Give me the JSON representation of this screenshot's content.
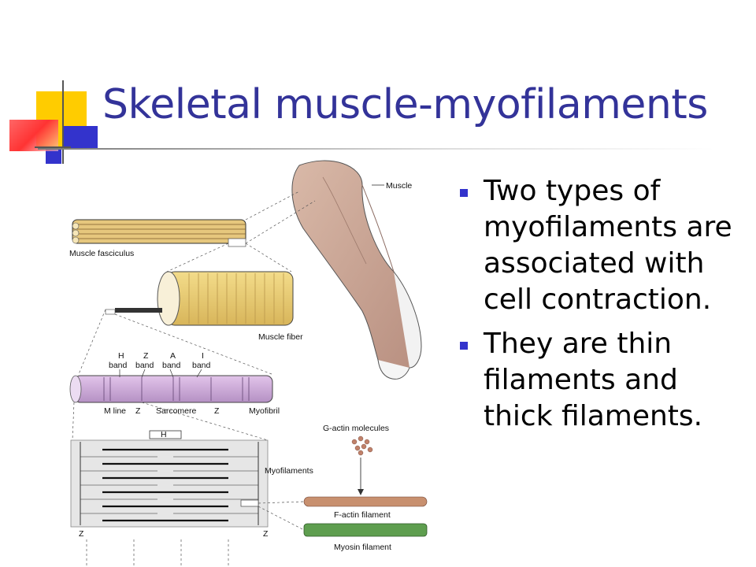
{
  "slide": {
    "title": "Skeletal muscle-myofilaments",
    "bullets": [
      "Two types of myofilaments are associated with cell contraction.",
      "They are thin filaments and thick filaments."
    ]
  },
  "figure": {
    "labels": {
      "muscle": "Muscle",
      "fasciculus": "Muscle fasciculus",
      "fiber": "Muscle fiber",
      "h_band_1": "H",
      "h_band_2": "band",
      "z_band_1": "Z",
      "z_band_2": "band",
      "a_band_1": "A",
      "a_band_2": "band",
      "i_band_1": "I",
      "i_band_2": "band",
      "m_line": "M line",
      "z_left": "Z",
      "sarcomere": "Sarcomere",
      "z_right": "Z",
      "myofibril": "Myofibril",
      "h_top": "H",
      "myofilaments": "Myofilaments",
      "g_actin": "G-actin molecules",
      "f_actin": "F-actin filament",
      "myosin": "Myosin filament",
      "z_bottom_left": "Z",
      "z_bottom_right": "Z"
    }
  },
  "colors": {
    "title": "#333399",
    "bullet_marker": "#3333cc",
    "deco_yellow": "#ffcc00",
    "deco_blue": "#3333cc",
    "deco_red": "#ff3333"
  }
}
